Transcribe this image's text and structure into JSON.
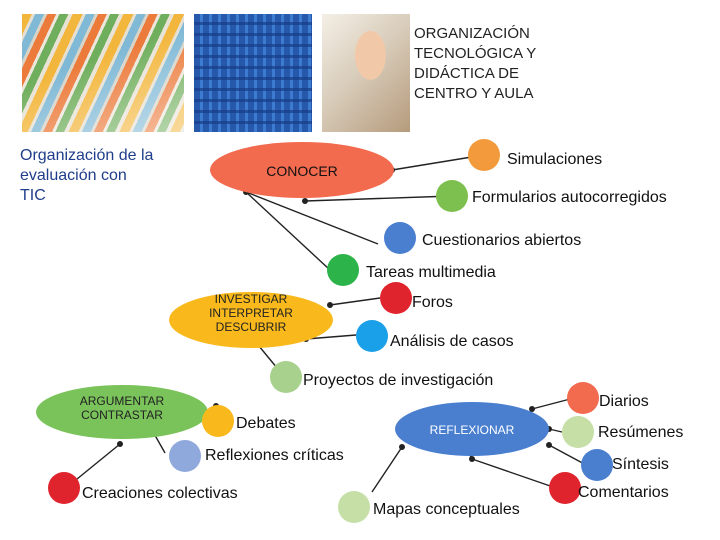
{
  "header": {
    "title": "ORGANIZACIÓN\nTECNOLÓGICA Y\nDIDÁCTICA DE\nCENTRO Y AULA",
    "subtitle": "Organización de la\nevaluación con\nTIC"
  },
  "photos": [
    {
      "icon": "colored-pencils-photo"
    },
    {
      "icon": "keyboard-photo"
    },
    {
      "icon": "child-with-tablet-photo"
    }
  ],
  "categories": {
    "conocer": {
      "label": "CONOCER",
      "color": "#f26b4f"
    },
    "investigar": {
      "label": "INVESTIGAR\nINTERPRETAR\nDESCUBRIR",
      "color": "#f9b91c"
    },
    "argumentar": {
      "label": "ARGUMENTAR\nCONTRASTAR",
      "color": "#7ac35a"
    },
    "reflexionar": {
      "label": "REFLEXIONAR",
      "color": "#4a7fd0"
    }
  },
  "items": {
    "simulaciones": {
      "label": "Simulaciones",
      "color": "#f39a3c"
    },
    "formularios": {
      "label": "Formularios autocorregidos",
      "color": "#7dc04f"
    },
    "cuestionarios": {
      "label": "Cuestionarios abiertos",
      "color": "#4a7fd0"
    },
    "tareas": {
      "label": "Tareas multimedia",
      "color": "#2cb34a"
    },
    "foros": {
      "label": "Foros",
      "color": "#e0242e"
    },
    "analisis": {
      "label": "Análisis de casos",
      "color": "#1aa0e8"
    },
    "proyectos": {
      "label": "Proyectos de investigación",
      "color": "#a9d18e"
    },
    "debates": {
      "label": "Debates",
      "color": "#f9b91c"
    },
    "reflexiones": {
      "label": "Reflexiones críticas",
      "color": "#8fa9dc"
    },
    "creaciones": {
      "label": "Creaciones colectivas",
      "color": "#e0242e"
    },
    "mapas": {
      "label": "Mapas conceptuales",
      "color": "#c5dfa6"
    },
    "diarios": {
      "label": "Diarios",
      "color": "#f26b4f"
    },
    "resumenes": {
      "label": "Resúmenes",
      "color": "#c5dfa6"
    },
    "sintesis": {
      "label": "Síntesis",
      "color": "#4a7fd0"
    },
    "comentarios": {
      "label": "Comentarios",
      "color": "#e0242e"
    }
  }
}
